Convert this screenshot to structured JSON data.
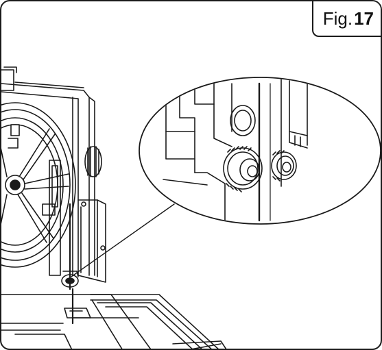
{
  "figure": {
    "label_prefix": "Fig.",
    "label_number": "17"
  },
  "illustration": {
    "subject": "band-saw-blade-guide-bearings",
    "callout": "magnified-detail-ellipse"
  },
  "colors": {
    "line": "#1a1a1a",
    "background": "#ffffff"
  }
}
